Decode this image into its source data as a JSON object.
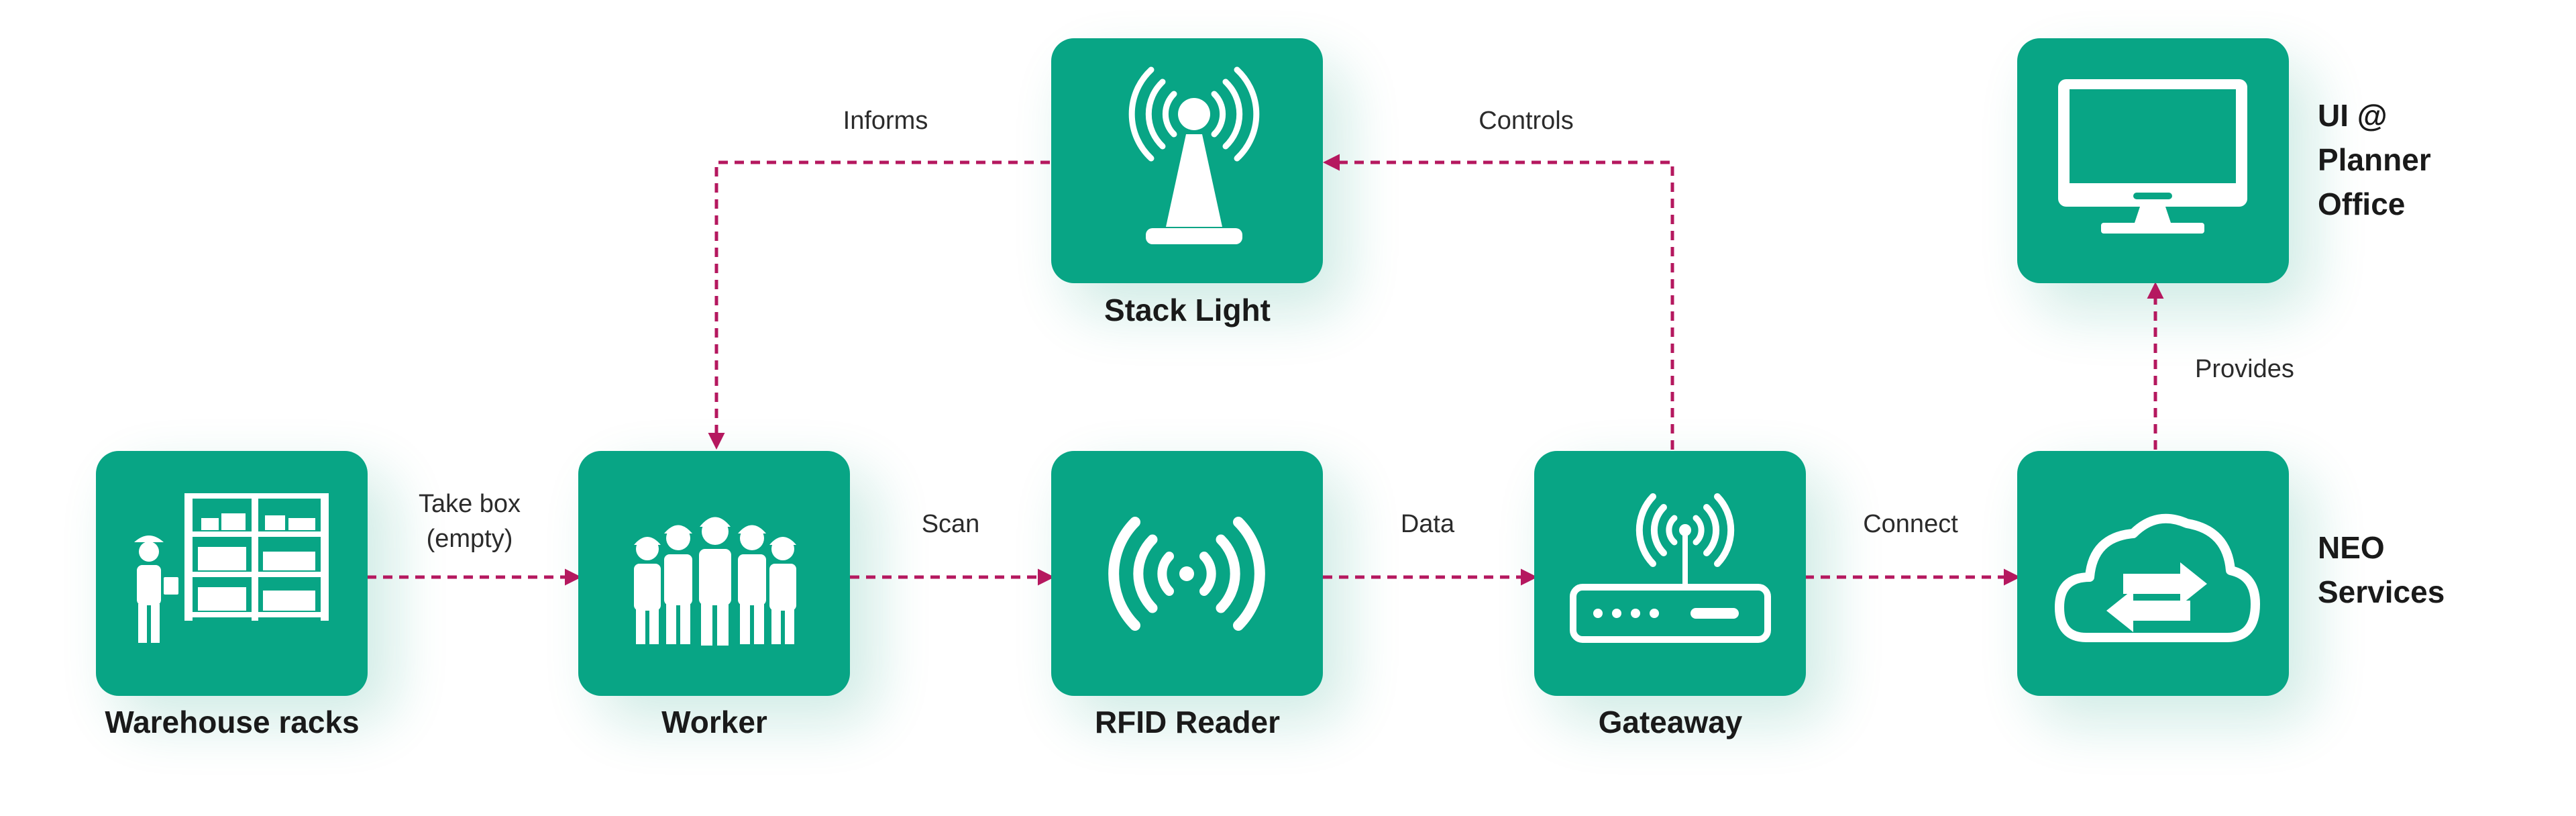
{
  "colors": {
    "node": "#08a585",
    "connector": "#b5185f",
    "icon": "#ffffff",
    "text": "#1a1a1a"
  },
  "nodes": {
    "warehouse": {
      "label": "Warehouse racks",
      "icon": "warehouse-racks-icon"
    },
    "worker": {
      "label": "Worker",
      "icon": "workers-group-icon"
    },
    "rfid": {
      "label": "RFID Reader",
      "icon": "rfid-signal-icon"
    },
    "gateway": {
      "label": "Gateaway",
      "icon": "router-icon"
    },
    "neo": {
      "label_line1": "NEO",
      "label_line2": "Services",
      "icon": "cloud-sync-icon"
    },
    "stack": {
      "label": "Stack Light",
      "icon": "beacon-tower-icon"
    },
    "ui": {
      "label_line1": "UI @",
      "label_line2": "Planner",
      "label_line3": "Office",
      "icon": "monitor-icon"
    }
  },
  "edges": {
    "take_box": {
      "line1": "Take box",
      "line2": "(empty)"
    },
    "scan": {
      "label": "Scan"
    },
    "data": {
      "label": "Data"
    },
    "connect": {
      "label": "Connect"
    },
    "informs": {
      "label": "Informs"
    },
    "controls": {
      "label": "Controls"
    },
    "provides": {
      "label": "Provides"
    }
  }
}
